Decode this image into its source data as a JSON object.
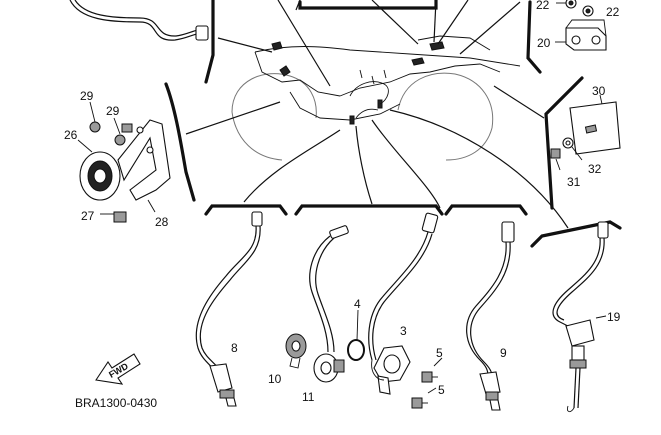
{
  "diagram": {
    "reference_code": "BRA1300-0430",
    "fwd_label": "FWD",
    "callouts": {
      "c3": "3",
      "c4": "4",
      "c5a": "5",
      "c5b": "5",
      "c8": "8",
      "c9": "9",
      "c10": "10",
      "c11": "11",
      "c19": "19",
      "c20": "20",
      "c22a": "22",
      "c22b": "22",
      "c26": "26",
      "c27": "27",
      "c28": "28",
      "c29a": "29",
      "c29b": "29",
      "c30": "30",
      "c31": "31",
      "c32": "32"
    }
  }
}
